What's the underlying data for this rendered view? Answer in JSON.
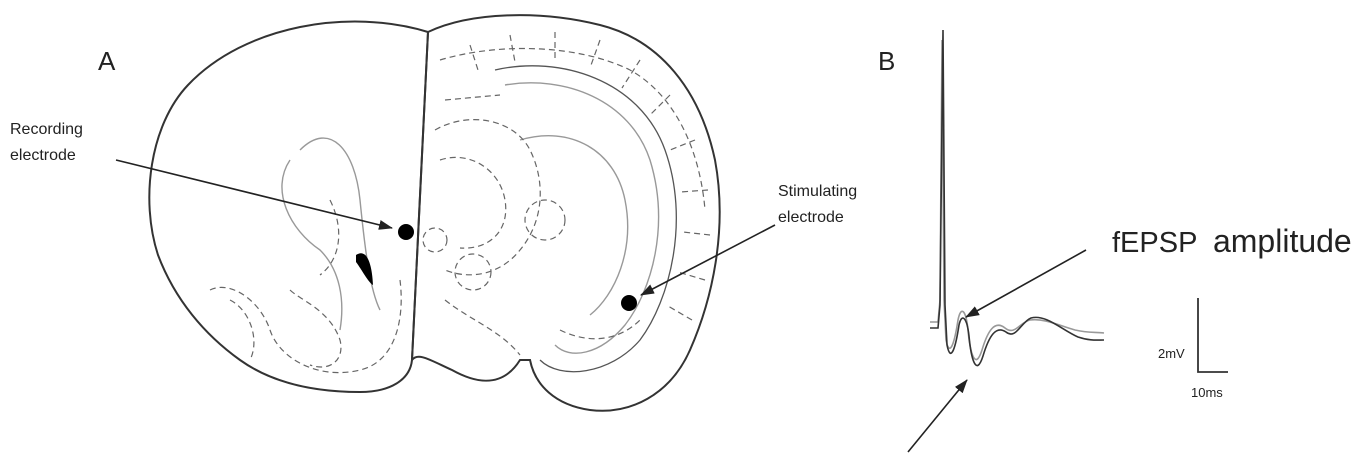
{
  "panels": {
    "a_label": "A",
    "b_label": "B"
  },
  "annotations": {
    "recording_line1": "Recording",
    "recording_line2": "electrode",
    "stimulating_line1": "Stimulating",
    "stimulating_line2": "electrode",
    "fepsp_prefix": "fEPSP",
    "fepsp_suffix": "amplitude"
  },
  "scale_bar": {
    "voltage": "2mV",
    "time": "10ms"
  },
  "colors": {
    "trace_dark": "#333333",
    "trace_light": "#999999",
    "outline": "#333333",
    "electrode_dot": "#000000"
  }
}
